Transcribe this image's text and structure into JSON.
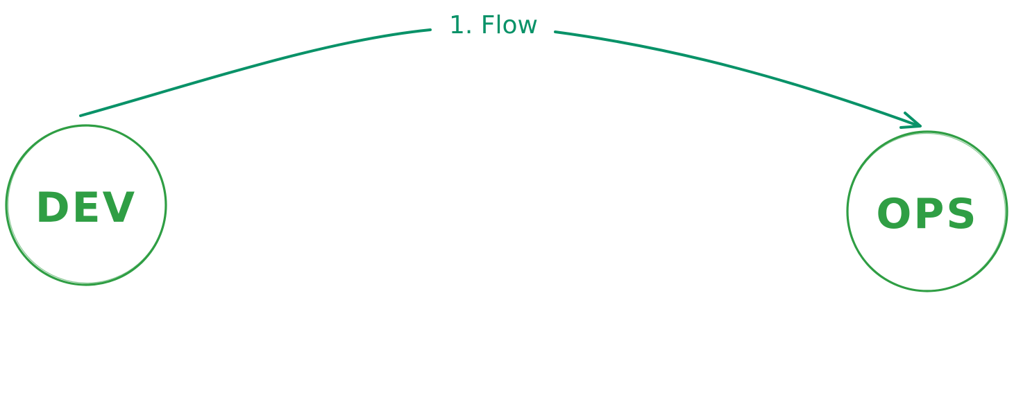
{
  "colors": {
    "node_stroke": "#2f9e44",
    "edge_stroke": "#099268",
    "background": "#ffffff"
  },
  "nodes": [
    {
      "id": "dev",
      "label": "DEV"
    },
    {
      "id": "ops",
      "label": "OPS"
    }
  ],
  "edges": [
    {
      "from": "dev",
      "to": "ops",
      "label": "1. Flow"
    }
  ]
}
